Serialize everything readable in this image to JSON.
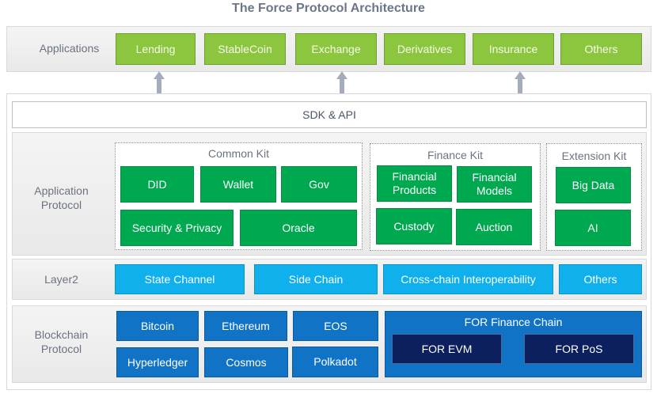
{
  "title": "The Force Protocol Architecture",
  "colors": {
    "applications": "#8cc63f",
    "application_protocol": "#00a84f",
    "layer2": "#0fb0ec",
    "blockchain": "#1173c5",
    "for_chain_inner": "#0c1f5e",
    "arrow": "#a3adbd"
  },
  "applications": {
    "label": "Applications",
    "items": [
      "Lending",
      "StableCoin",
      "Exchange",
      "Derivatives",
      "Insurance",
      "Others"
    ]
  },
  "arrows": [
    "arrow-up-icon",
    "arrow-up-icon",
    "arrow-up-icon"
  ],
  "sdk": {
    "label": "SDK & API"
  },
  "application_protocol": {
    "label_line1": "Application",
    "label_line2": "Protocol",
    "common_kit": {
      "label": "Common Kit",
      "items": [
        "DID",
        "Wallet",
        "Gov",
        "Security & Privacy",
        "Oracle"
      ]
    },
    "finance_kit": {
      "label": "Finance Kit",
      "items": [
        {
          "line1": "Financial",
          "line2": "Products"
        },
        {
          "line1": "Financial",
          "line2": "Models"
        },
        {
          "line1": "Custody",
          "line2": ""
        },
        {
          "line1": "Auction",
          "line2": ""
        }
      ]
    },
    "extension_kit": {
      "label": "Extension Kit",
      "items": [
        "Big Data",
        "AI"
      ]
    }
  },
  "layer2": {
    "label": "Layer2",
    "items": [
      "State Channel",
      "Side Chain",
      "Cross-chain Interoperability",
      "Others"
    ]
  },
  "blockchain": {
    "label_line1": "Blockchain",
    "label_line2": "Protocol",
    "items": [
      "Bitcoin",
      "Ethereum",
      "EOS",
      "Hyperledger",
      "Cosmos",
      "Polkadot"
    ],
    "for_chain": {
      "label": "FOR Finance Chain",
      "items": [
        "FOR EVM",
        "FOR PoS"
      ]
    }
  }
}
